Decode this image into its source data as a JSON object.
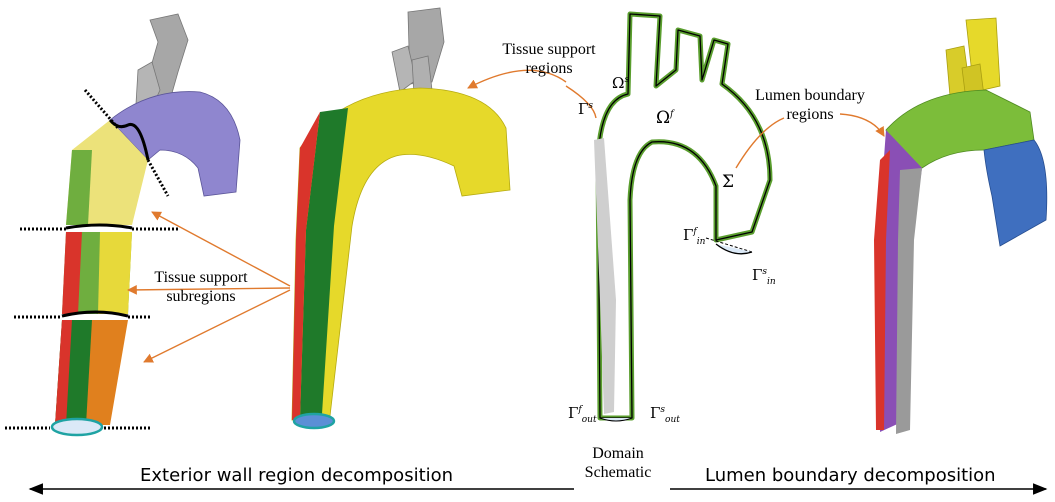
{
  "labels": {
    "tissue_support_regions": "Tissue support\nregions",
    "lumen_boundary_regions": "Lumen boundary\nregions",
    "tissue_support_subregions": "Tissue support\nsubregions",
    "domain_schematic": "Domain\nSchematic",
    "exterior_title": "Exterior wall region decomposition",
    "lumen_title": "Lumen boundary decomposition"
  },
  "symbols": {
    "omega_s": "Ω",
    "omega_s_sup": "s",
    "omega_f": "Ω",
    "omega_f_sup": "f",
    "gamma_s": "Γ",
    "gamma_s_sup": "s",
    "sigma": "Σ",
    "gamma_in_f": "Γ",
    "gamma_in_f_sup": "f",
    "gamma_in_f_sub": "in",
    "gamma_in_s": "Γ",
    "gamma_in_s_sup": "s",
    "gamma_in_s_sub": "in",
    "gamma_out_f": "Γ",
    "gamma_out_f_sup": "f",
    "gamma_out_f_sub": "out",
    "gamma_out_s": "Γ",
    "gamma_out_s_sup": "s",
    "gamma_out_s_sub": "out"
  },
  "colors": {
    "accent_arrow": "#e07a2e",
    "wall_green": "#5a9e2e",
    "purple": "#8f86cf",
    "yellow": "#f0e22a",
    "red": "#d9342b",
    "dark_green": "#1f7a2a",
    "orange": "#e0801e",
    "blue": "#3f6fbf",
    "gray": "#9a9a9a"
  }
}
